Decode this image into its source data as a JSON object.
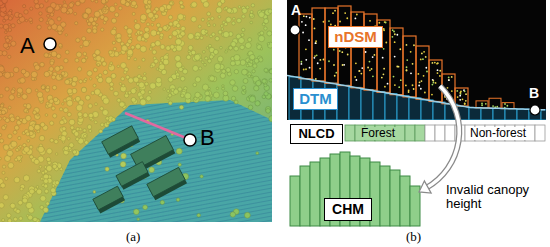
{
  "diagram": {
    "nodes": [
      {
        "text": [
          "nDSM"
        ]
      },
      {
        "text": [
          "DTM"
        ]
      },
      {
        "text": [
          "NLCD"
        ]
      },
      {
        "text": [
          "CHM"
        ]
      }
    ],
    "labels": [
      "A",
      "B",
      "A",
      "B",
      "Forest",
      "Non-forest",
      "Invalid canopy height",
      "(a)",
      "(b)"
    ]
  }
}
